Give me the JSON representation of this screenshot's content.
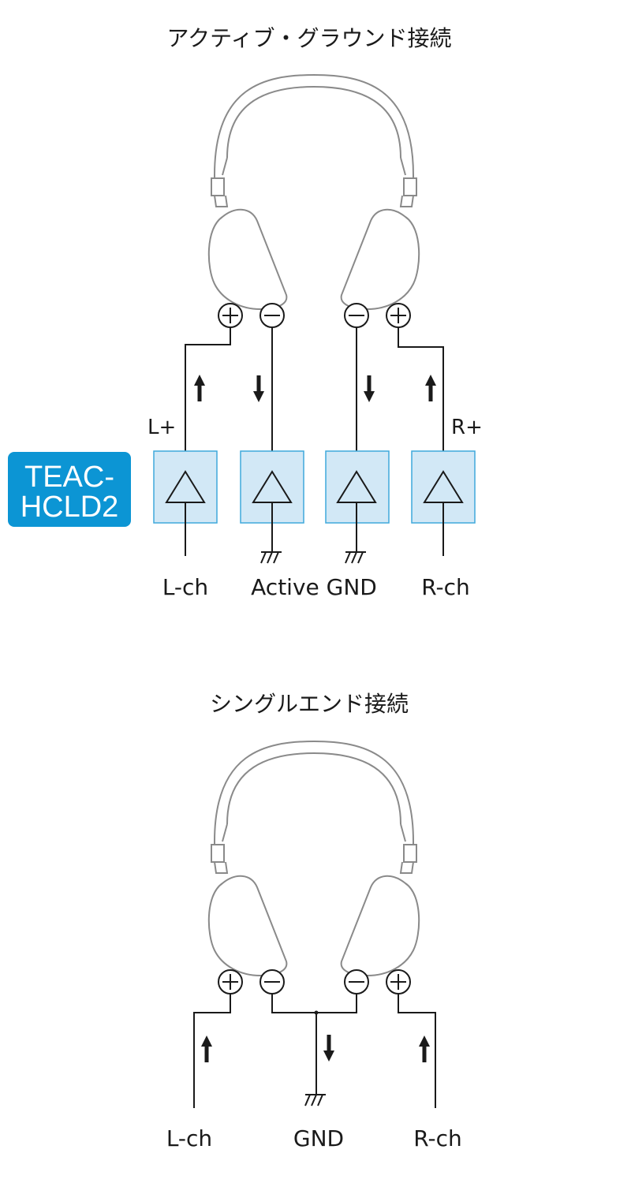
{
  "colors": {
    "badge": "#0c95d4",
    "amp_box_fill": "#d2e8f6",
    "amp_box_stroke": "#3fa9dc",
    "headphone_line": "#8a8a8a",
    "wire": "#1a1a1a"
  },
  "active_ground": {
    "title": "アクティブ・グラウンド接続",
    "badge_line1": "TEAC-",
    "badge_line2": "HCLD2",
    "label_l_plus": "L+",
    "label_r_plus": "R+",
    "label_lch": "L-ch",
    "label_active_gnd": "Active GND",
    "label_rch": "R-ch"
  },
  "single_ended": {
    "title": "シングルエンド接続",
    "label_lch": "L-ch",
    "label_gnd": "GND",
    "label_rch": "R-ch"
  },
  "icons": {
    "plus_terminal": "plus-terminal-icon",
    "minus_terminal": "minus-terminal-icon",
    "ground": "ground-icon",
    "amplifier": "amplifier-triangle-icon",
    "current_arrow": "arrow-icon"
  }
}
